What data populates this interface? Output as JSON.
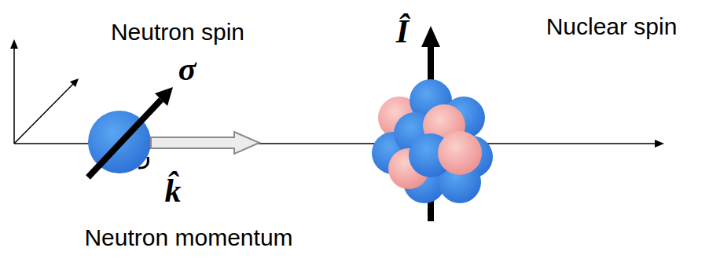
{
  "diagram": {
    "labels": [
      "Neutron spin",
      "σ",
      "k̂",
      "Î",
      "Nuclear spin",
      "Neutron momentum"
    ]
  }
}
